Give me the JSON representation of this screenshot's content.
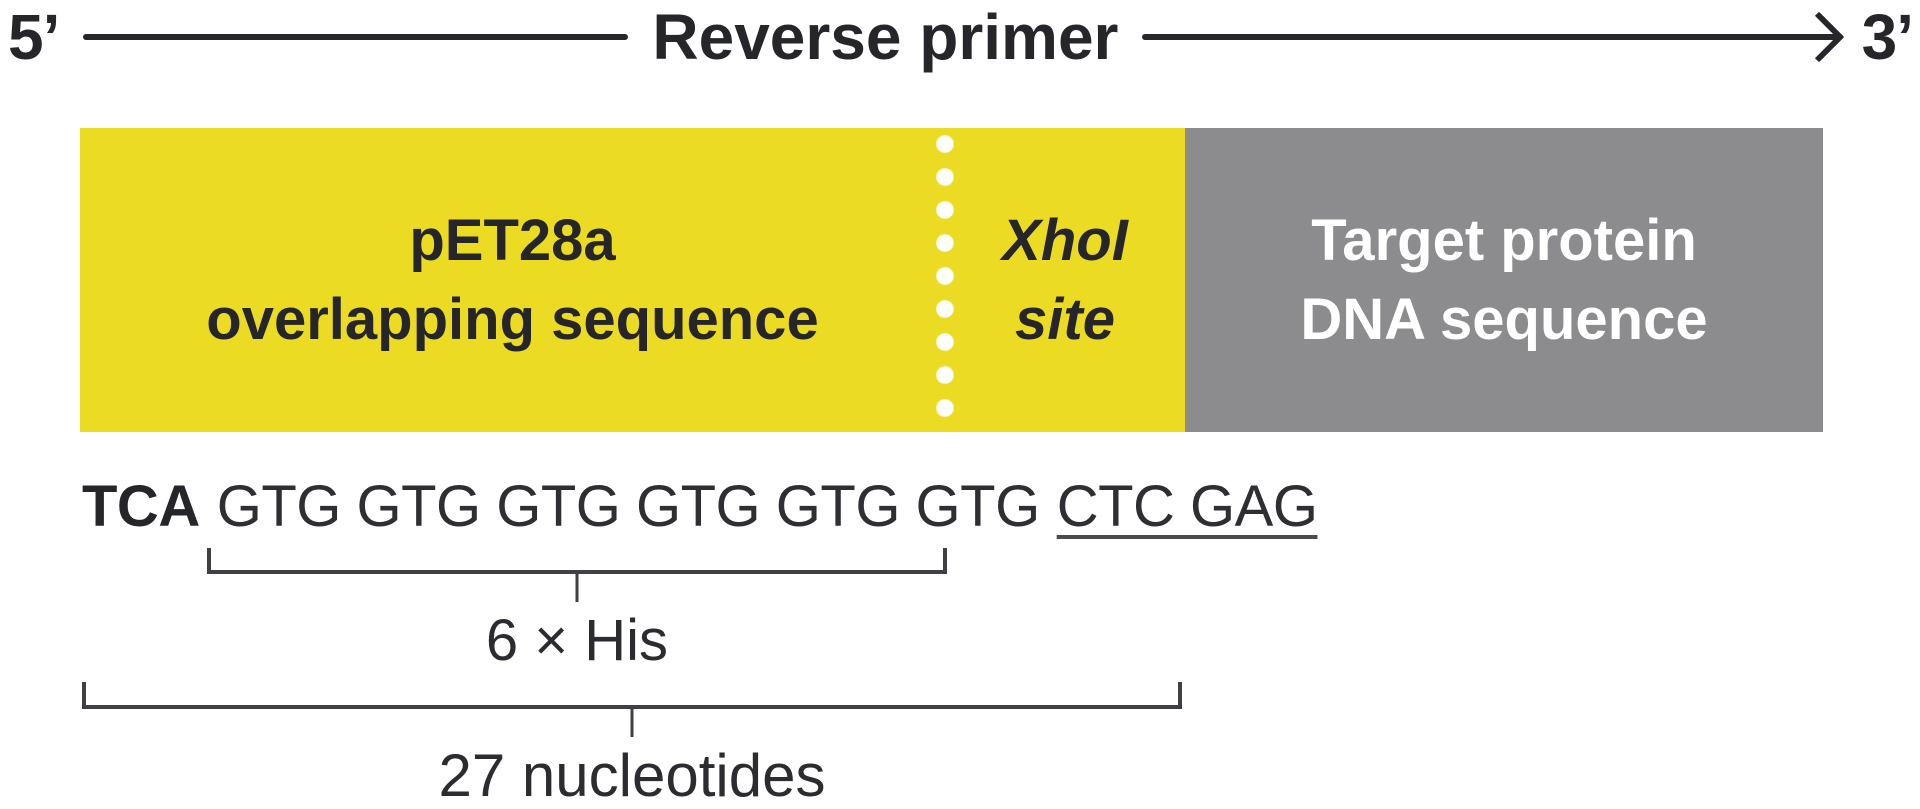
{
  "header": {
    "five_prime": "5’",
    "title": "Reverse primer",
    "three_prime": "3’"
  },
  "bar": {
    "pet28a": {
      "line1": "pET28a",
      "line2": "overlapping sequence"
    },
    "xhoi": {
      "line1": "XhoI",
      "line2": "site"
    },
    "target": {
      "line1": "Target protein",
      "line2": "DNA sequence"
    }
  },
  "sequence": {
    "pet28a_part": "TCA",
    "his_part": "GTG GTG GTG GTG GTG GTG",
    "xhoi_part": "CTC GAG"
  },
  "annotations": {
    "his_label": "6 × His",
    "total_label": "27 nucleotides"
  },
  "colors": {
    "segment_yellow": "#ecdb23",
    "segment_gray": "#8c8c8e",
    "ink": "#26262a",
    "label_on_gray": "#ffffff"
  }
}
